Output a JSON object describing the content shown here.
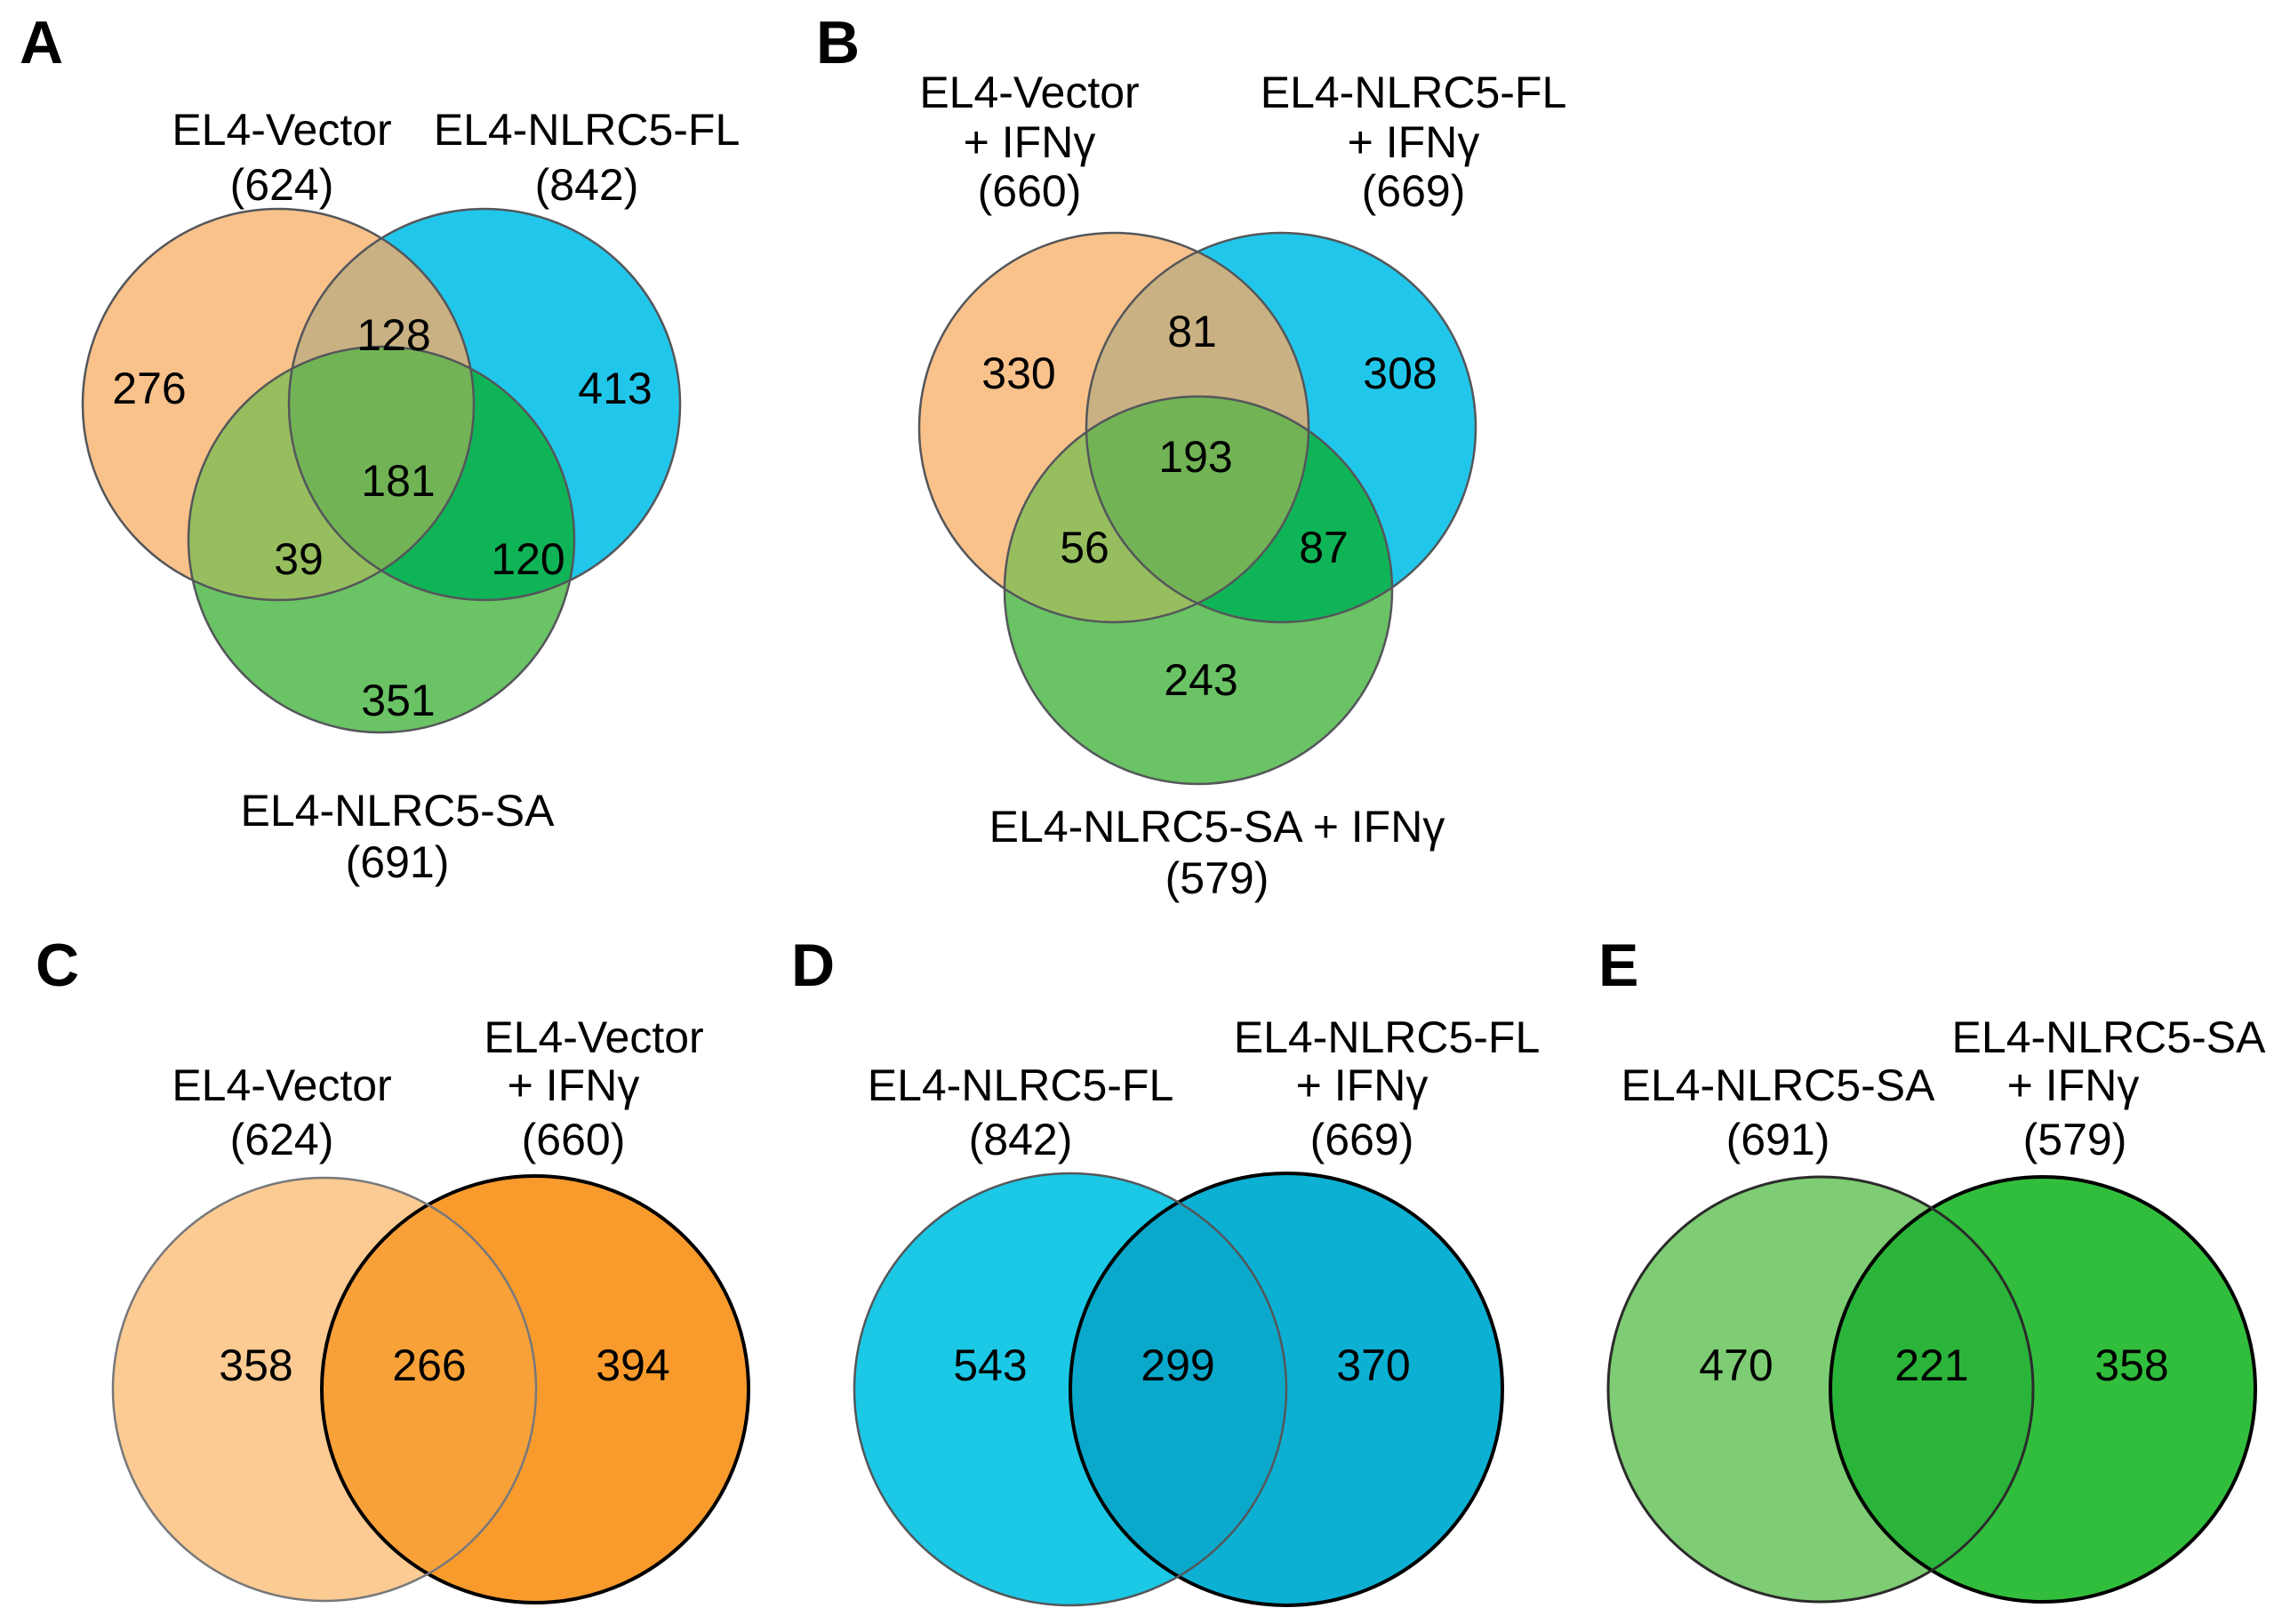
{
  "figure_title": "",
  "colors": {
    "background": "#FFFFFF",
    "venn3_orange": "#F9C28B",
    "venn3_cyan": "#21C7EB",
    "venn3_green": "#6AC364",
    "venn3_orange_cyan": "#C9B183",
    "venn3_orange_green": "#97BE5E",
    "venn3_cyan_green": "#0FB457",
    "venn3_triple": "#72B455",
    "vennC_left": "#FBCB93",
    "vennC_right": "#F99B2C",
    "vennC_overlap": "#F9A139",
    "vennD_left": "#1BC8E5",
    "vennD_right": "#0CB0D3",
    "vennD_overlap": "#0AA9CB",
    "vennE_left": "#7ECC73",
    "vennE_right": "#32BE3D",
    "vennE_overlap": "#2BB43A",
    "outline_gray": "#54565A",
    "outline_black": "#000000"
  },
  "panels": {
    "A": {
      "letter": "A",
      "set1": {
        "line1": "EL4-Vector",
        "count": "(624)"
      },
      "set2": {
        "line1": "EL4-NLRC5-FL",
        "count": "(842)"
      },
      "set3": {
        "line1": "EL4-NLRC5-SA",
        "count": "(691)"
      },
      "n1": "276",
      "n12": "128",
      "n2": "413",
      "n123": "181",
      "n13": "39",
      "n23": "120",
      "n3": "351"
    },
    "B": {
      "letter": "B",
      "set1": {
        "line1": "EL4-Vector",
        "line2": "+ IFNγ",
        "count": "(660)"
      },
      "set2": {
        "line1": "EL4-NLRC5-FL",
        "line2": "+ IFNγ",
        "count": "(669)"
      },
      "set3": {
        "line1": "EL4-NLRC5-SA + IFNγ",
        "count": "(579)"
      },
      "n1": "330",
      "n12": "81",
      "n2": "308",
      "n123": "193",
      "n13": "56",
      "n23": "87",
      "n3": "243"
    },
    "C": {
      "letter": "C",
      "left": {
        "line1": "EL4-Vector",
        "count": "(624)"
      },
      "right": {
        "line1": "EL4-Vector",
        "line2": "+ IFNγ",
        "count": "(660)"
      },
      "nl": "358",
      "no": "266",
      "nr": "394"
    },
    "D": {
      "letter": "D",
      "left": {
        "line1": "EL4-NLRC5-FL",
        "count": "(842)"
      },
      "right": {
        "line1": "EL4-NLRC5-FL",
        "line2": "+ IFNγ",
        "count": "(669)"
      },
      "nl": "543",
      "no": "299",
      "nr": "370"
    },
    "E": {
      "letter": "E",
      "left": {
        "line1": "EL4-NLRC5-SA",
        "count": "(691)"
      },
      "right": {
        "line1": "EL4-NLRC5-SA",
        "line2": "+ IFNγ",
        "count": "(579)"
      },
      "nl": "470",
      "no": "221",
      "nr": "358"
    }
  },
  "chart_data": [
    {
      "type": "venn",
      "panel": "A",
      "sets": [
        {
          "label": "EL4-Vector",
          "total": 624
        },
        {
          "label": "EL4-NLRC5-FL",
          "total": 842
        },
        {
          "label": "EL4-NLRC5-SA",
          "total": 691
        }
      ],
      "regions": {
        "EL4-Vector only": 276,
        "EL4-Vector ∩ EL4-NLRC5-FL": 128,
        "EL4-NLRC5-FL only": 413,
        "EL4-Vector ∩ EL4-NLRC5-FL ∩ EL4-NLRC5-SA": 181,
        "EL4-Vector ∩ EL4-NLRC5-SA": 39,
        "EL4-NLRC5-FL ∩ EL4-NLRC5-SA": 120,
        "EL4-NLRC5-SA only": 351
      }
    },
    {
      "type": "venn",
      "panel": "B",
      "sets": [
        {
          "label": "EL4-Vector + IFNγ",
          "total": 660
        },
        {
          "label": "EL4-NLRC5-FL + IFNγ",
          "total": 669
        },
        {
          "label": "EL4-NLRC5-SA + IFNγ",
          "total": 579
        }
      ],
      "regions": {
        "EL4-Vector + IFNγ only": 330,
        "EL4-Vector + IFNγ ∩ EL4-NLRC5-FL + IFNγ": 81,
        "EL4-NLRC5-FL + IFNγ only": 308,
        "all three": 193,
        "EL4-Vector + IFNγ ∩ EL4-NLRC5-SA + IFNγ": 56,
        "EL4-NLRC5-FL + IFNγ ∩ EL4-NLRC5-SA + IFNγ": 87,
        "EL4-NLRC5-SA + IFNγ only": 243
      }
    },
    {
      "type": "venn",
      "panel": "C",
      "sets": [
        {
          "label": "EL4-Vector",
          "total": 624
        },
        {
          "label": "EL4-Vector + IFNγ",
          "total": 660
        }
      ],
      "regions": {
        "left_only": 358,
        "overlap": 266,
        "right_only": 394
      }
    },
    {
      "type": "venn",
      "panel": "D",
      "sets": [
        {
          "label": "EL4-NLRC5-FL",
          "total": 842
        },
        {
          "label": "EL4-NLRC5-FL + IFNγ",
          "total": 669
        }
      ],
      "regions": {
        "left_only": 543,
        "overlap": 299,
        "right_only": 370
      }
    },
    {
      "type": "venn",
      "panel": "E",
      "sets": [
        {
          "label": "EL4-NLRC5-SA",
          "total": 691
        },
        {
          "label": "EL4-NLRC5-SA + IFNγ",
          "total": 579
        }
      ],
      "regions": {
        "left_only": 470,
        "overlap": 221,
        "right_only": 358
      }
    }
  ]
}
